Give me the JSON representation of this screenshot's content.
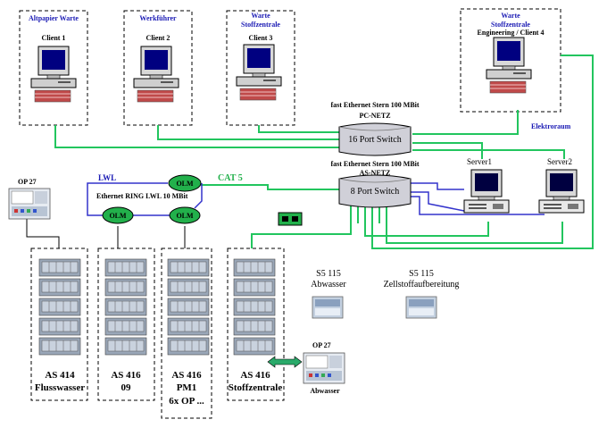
{
  "clients": [
    {
      "title": "Altpapier Warte",
      "label": "Client 1"
    },
    {
      "title": "Werkführer",
      "label": "Client 2"
    },
    {
      "title_line1": "Warte",
      "title_line2": "Stoffzentrale",
      "label": "Client 3"
    },
    {
      "title_line1": "Warte",
      "title_line2": "Stoffzentrale",
      "label": "Engineering / Client 4"
    }
  ],
  "network": {
    "pc_net_caption": "fast Ethernet Stern 100 MBit",
    "pc_net_name": "PC-NETZ",
    "switch16_label": "16 Port Switch",
    "as_net_caption": "fast Ethernet Stern 100 MBit",
    "as_net_name": "AS-NETZ",
    "switch8_label": "8 Port Switch",
    "elektroraum_label": "Elektroraum",
    "lwl_label": "LWL",
    "cat5_label": "CAT 5",
    "ring_label": "Ethernet RING LWL 10 MBit",
    "olm_label": "OLM"
  },
  "servers": [
    {
      "label": "Server1"
    },
    {
      "label": "Server2"
    }
  ],
  "op_panels": {
    "left_label": "OP 27",
    "right_label": "OP 27",
    "right_caption": "Abwasser"
  },
  "s5_units": [
    {
      "line1": "S5 115",
      "line2": "Abwasser"
    },
    {
      "line1": "S5 115",
      "line2": "Zellstoffaufbereitung"
    }
  ],
  "as_cabinets": [
    {
      "line1": "AS 414",
      "line2": "Flusswasser"
    },
    {
      "line1": "AS 416",
      "line2": "09"
    },
    {
      "line1": "AS 416",
      "line2": "PM1",
      "line3": "6x OP ..."
    },
    {
      "line1": "AS 416",
      "line2": "Stoffzentrale"
    }
  ],
  "colors": {
    "green_link": "#22c55e",
    "blue_link": "#3333cc",
    "olm_fill": "#22b04b",
    "title_blue": "#1a1ab4",
    "switch_fill": "#d0d0d8"
  }
}
